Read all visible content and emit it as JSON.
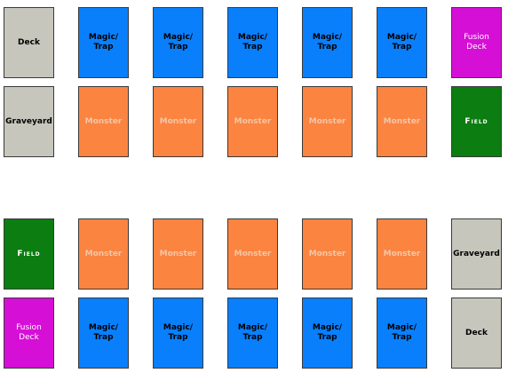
{
  "labels": {
    "deck": "Deck",
    "graveyard": "Graveyard",
    "magic_trap": "Magic/\nTrap",
    "monster": "Monster",
    "fusion_deck": "Fusion\nDeck",
    "field": "Field"
  },
  "colors": {
    "deck": "#c6c6bd",
    "magic_trap": "#0a7ffb",
    "monster": "#fb8440",
    "fusion_deck": "#d60fd6",
    "field": "#0c7d10"
  }
}
